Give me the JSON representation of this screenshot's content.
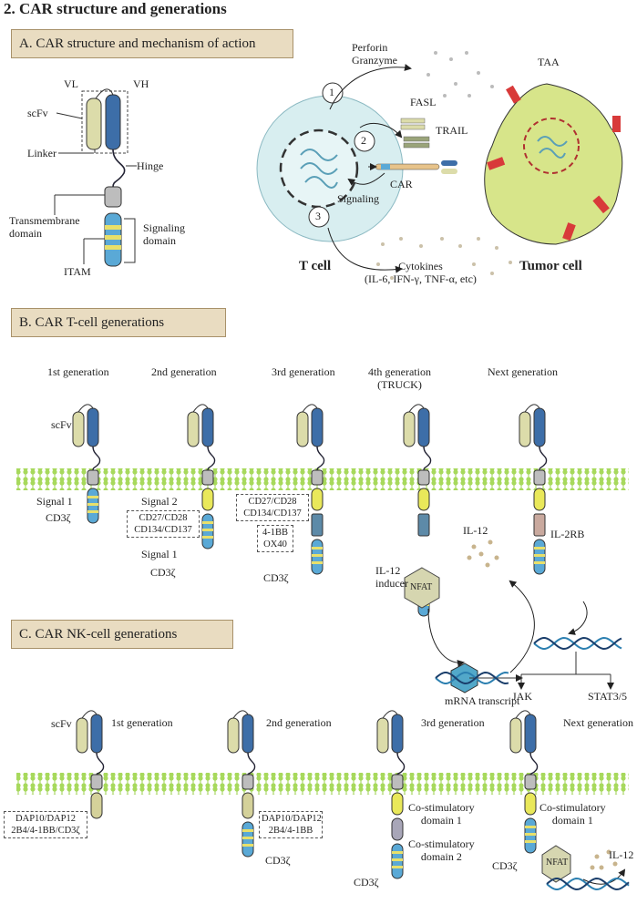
{
  "title": "2. CAR structure and generations",
  "sectionA": {
    "header": "A. CAR structure and mechanism of action",
    "labels": {
      "vl": "VL",
      "vh": "VH",
      "scfv": "scFv",
      "linker": "Linker",
      "hinge": "Hinge",
      "transmembrane": "Transmembrane\ndomain",
      "signaling_domain": "Signaling\ndomain",
      "itam": "ITAM"
    },
    "mechanism": {
      "perforin": "Perforin\nGranzyme",
      "fasl": "FASL",
      "trail": "TRAIL",
      "car": "CAR",
      "signaling": "Signaling",
      "taa": "TAA",
      "t_cell": "T cell",
      "tumor_cell": "Tumor cell",
      "cytokines": "Cytokines\n(IL-6, IFN-γ, TNF-α, etc)",
      "steps": [
        "1",
        "2",
        "3"
      ]
    }
  },
  "sectionB": {
    "header": "B. CAR T-cell generations",
    "generations": [
      "1st generation",
      "2nd generation",
      "3rd generation",
      "4th generation\n(TRUCK)",
      "Next generation"
    ],
    "scfv": "scFv",
    "signal1": "Signal 1",
    "cd3z": "CD3ζ",
    "signal2": "Signal 2",
    "costim_box": "CD27/CD28\nCD134/CD137",
    "costim_box3": "CD27/CD28\nCD134/CD137",
    "box_4_1bb": "4-1BB\nOX40",
    "signal1_b": "Signal 1",
    "cd3z_b": "CD3ζ",
    "cd3z_c": "CD3ζ",
    "il12": "IL-12",
    "il12_inducer": "IL-12\ninducer",
    "nfat": "NFAT",
    "mrna": "mRNA transcript",
    "il2rb": "IL-2RB",
    "jak": "JAK",
    "stat": "STAT3/5"
  },
  "sectionC": {
    "header": "C. CAR NK-cell generations",
    "generations": [
      "1st generation",
      "2nd generation",
      "3rd generation",
      "Next generation"
    ],
    "scfv": "scFv",
    "box1": "DAP10/DAP12\n2B4/4-1BB/CD3ζ",
    "box2": "DAP10/DAP12\n2B4/4-1BB",
    "cd3z_2": "CD3ζ",
    "costim1": "Co-stimulatory\ndomain 1",
    "costim2": "Co-stimulatory\ndomain 2",
    "cd3z_3": "CD3ζ",
    "costim1_next": "Co-stimulatory\ndomain 1",
    "cd3z_next": "CD3ζ",
    "nfat": "NFAT",
    "il12": "IL-12"
  },
  "colors": {
    "vl": "#dcdcaa",
    "vh": "#3d6ea8",
    "membrane": "#b8de70",
    "tm": "#bdbdbd",
    "signal_blue": "#5aa9d6",
    "itam_yellow": "#e8e06a",
    "costim_yellow": "#e9e85a",
    "tcell": "#d8eef0",
    "tumor": "#d7e58a",
    "taa": "#d83a3a",
    "section_bg": "#e9dcc1"
  }
}
